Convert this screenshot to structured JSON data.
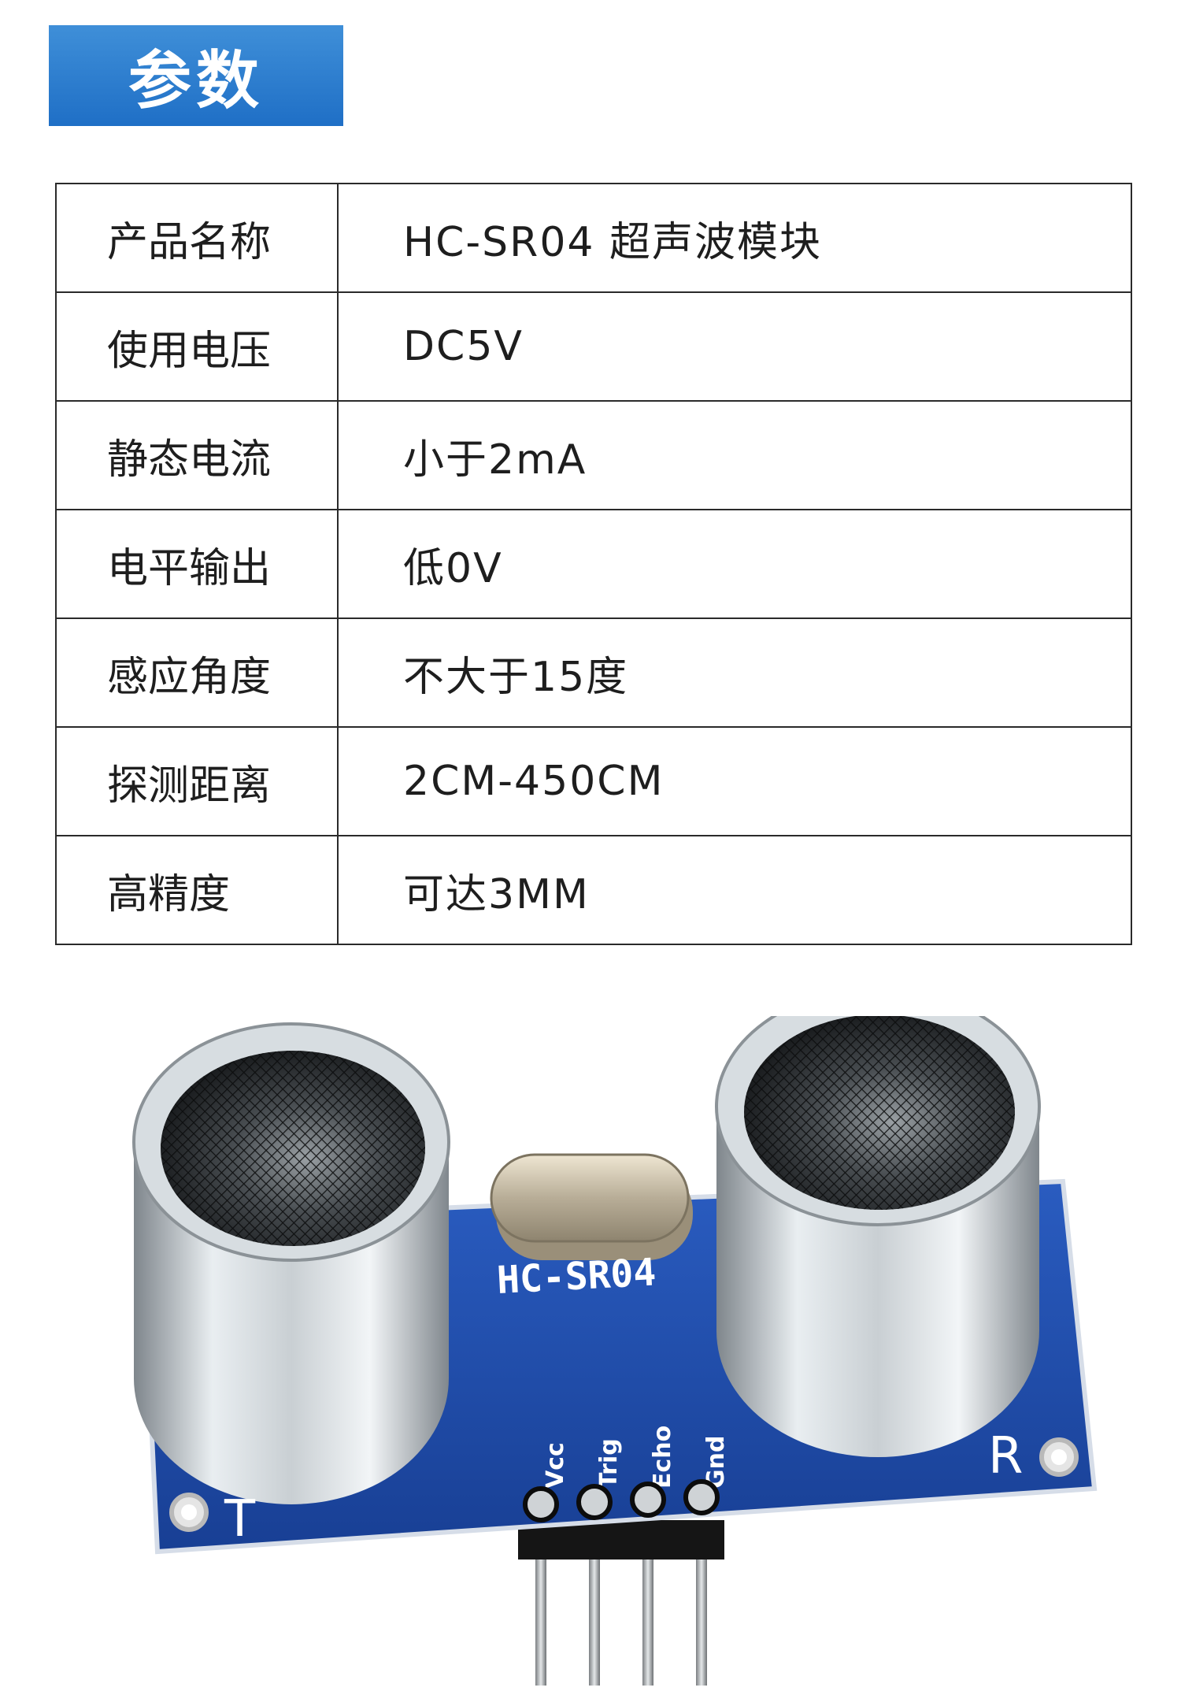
{
  "header": {
    "title": "参数"
  },
  "specs": [
    {
      "label": "产品名称",
      "value": "HC-SR04 超声波模块"
    },
    {
      "label": "使用电压",
      "value": "DC5V"
    },
    {
      "label": "静态电流",
      "value": "小于2mA"
    },
    {
      "label": "电平输出",
      "value": "低0V"
    },
    {
      "label": "感应角度",
      "value": "不大于15度"
    },
    {
      "label": "探测距离",
      "value": "2CM-450CM"
    },
    {
      "label": "高精度",
      "value": "可达3MM"
    }
  ],
  "module": {
    "board_label": "HC-SR04",
    "pins": [
      "Vcc",
      "Trig",
      "Echo",
      "Gnd"
    ],
    "left_mark": "T",
    "right_mark": "R",
    "board_color": "#1f4fa8"
  }
}
